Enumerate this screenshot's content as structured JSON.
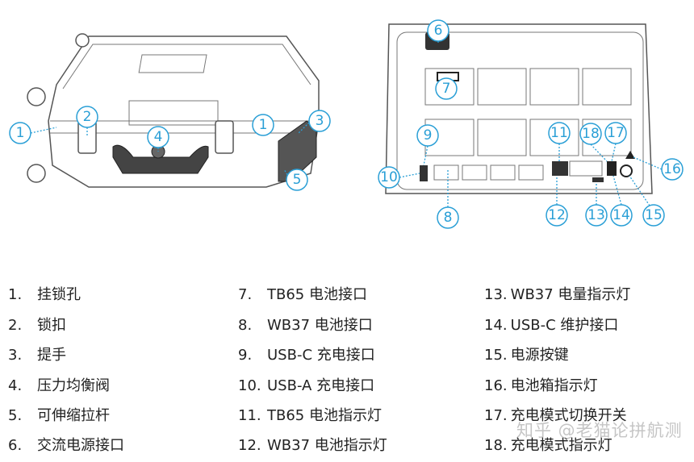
{
  "callouts_left": [
    "1",
    "2",
    "3",
    "4",
    "5",
    "1"
  ],
  "callouts_right": [
    "6",
    "7",
    "8",
    "9",
    "10",
    "11",
    "12",
    "13",
    "14",
    "15",
    "16",
    "17",
    "18"
  ],
  "callout_color": "#2a9fd6",
  "legend": [
    {
      "num": "1.",
      "label": "挂锁孔"
    },
    {
      "num": "2.",
      "label": "锁扣"
    },
    {
      "num": "3.",
      "label": "提手"
    },
    {
      "num": "4.",
      "label": "压力均衡阀"
    },
    {
      "num": "5.",
      "label": "可伸缩拉杆"
    },
    {
      "num": "6.",
      "label": "交流电源接口"
    },
    {
      "num": "7.",
      "label": "TB65 电池接口"
    },
    {
      "num": "8.",
      "label": "WB37 电池接口"
    },
    {
      "num": "9.",
      "label": "USB-C 充电接口"
    },
    {
      "num": "10.",
      "label": "USB-A 充电接口"
    },
    {
      "num": "11.",
      "label": "TB65 电池指示灯"
    },
    {
      "num": "12.",
      "label": "WB37 电池指示灯"
    },
    {
      "num": "13.",
      "label": "WB37 电量指示灯"
    },
    {
      "num": "14.",
      "label": "USB-C 维护接口"
    },
    {
      "num": "15.",
      "label": "电源按键"
    },
    {
      "num": "16.",
      "label": "电池箱指示灯"
    },
    {
      "num": "17.",
      "label": "充电模式切换开关"
    },
    {
      "num": "18.",
      "label": "充电模式指示灯"
    }
  ],
  "watermark": "知乎 @老猫论拼航测"
}
